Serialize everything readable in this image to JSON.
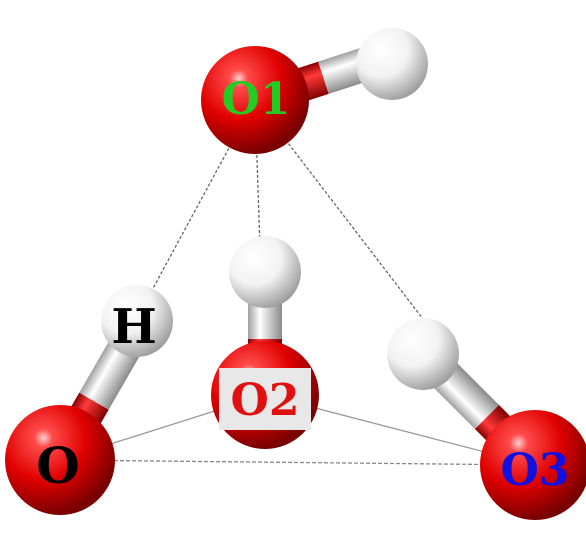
{
  "labels": {
    "o1": {
      "text": "O1",
      "color": "#22cc22"
    },
    "o2": {
      "text": "O2",
      "color": "#e01010"
    },
    "o3": {
      "text": "O3",
      "color": "#1010e0"
    },
    "o": {
      "text": "O",
      "color": "#000000"
    },
    "h": {
      "text": "H",
      "color": "#000000"
    }
  },
  "colors": {
    "oxygen": "#e00000",
    "hydrogen": "#ffffff",
    "dashed_line": "#666666",
    "solid_line": "#888888",
    "o2_label_background": "#e8e8e8"
  }
}
